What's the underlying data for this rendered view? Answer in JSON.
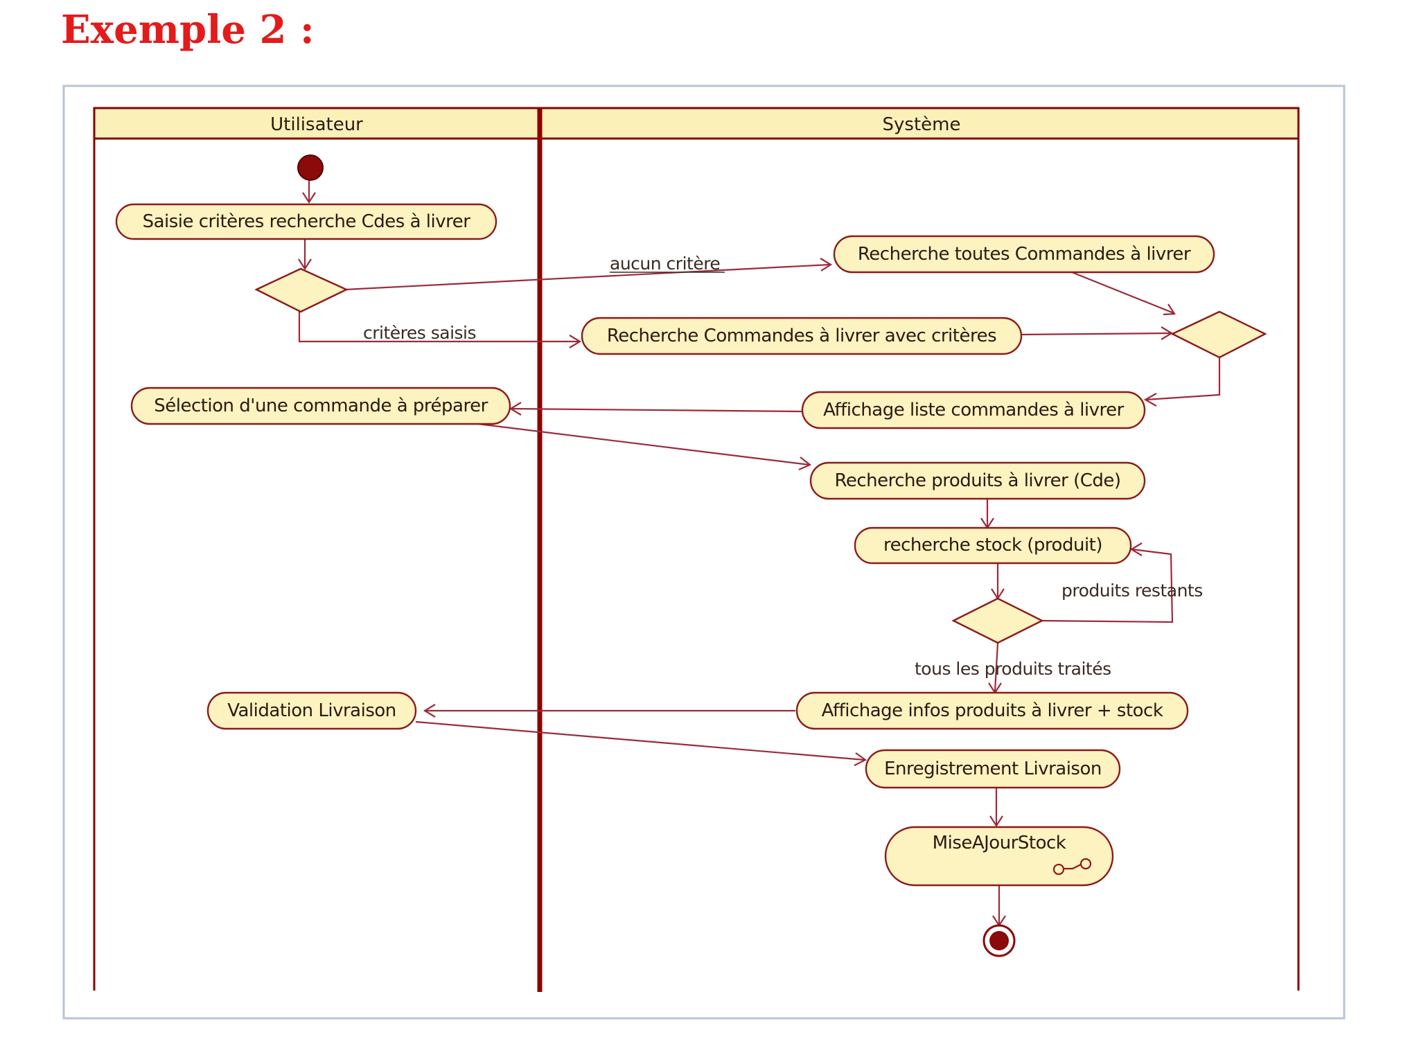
{
  "heading": "Exemple 2 :",
  "lanes": {
    "user": "Utilisateur",
    "system": "Système"
  },
  "activities": {
    "saisie": "Saisie critères recherche Cdes à livrer",
    "recherche_toutes": "Recherche toutes Commandes à livrer",
    "recherche_criteres": "Recherche Commandes à livrer avec critères",
    "selection": "Sélection d'une commande à préparer",
    "affichage_liste": "Affichage liste commandes à livrer",
    "recherche_produits": "Recherche produits à livrer (Cde)",
    "recherche_stock": "recherche stock (produit)",
    "validation": "Validation Livraison",
    "affichage_infos": "Affichage infos produits à livrer + stock",
    "enregistrement": "Enregistrement Livraison",
    "mise_a_jour": "MiseAJourStock"
  },
  "guards": {
    "aucun_critere": "aucun critère",
    "criteres_saisis": "critères saisis",
    "produits_restants": "produits restants",
    "tous_traites": "tous les produits traités"
  },
  "colors": {
    "heading": "#e31b1b",
    "lane_border": "#8b0000",
    "lane_header_fill": "#fbf1b8",
    "node_fill": "#fdf3c0",
    "node_stroke": "#8c1a1a",
    "edge": "#9c2a3a",
    "initial_node": "#8b0a0a"
  },
  "icons": {
    "sub_activity": "rake-icon"
  }
}
